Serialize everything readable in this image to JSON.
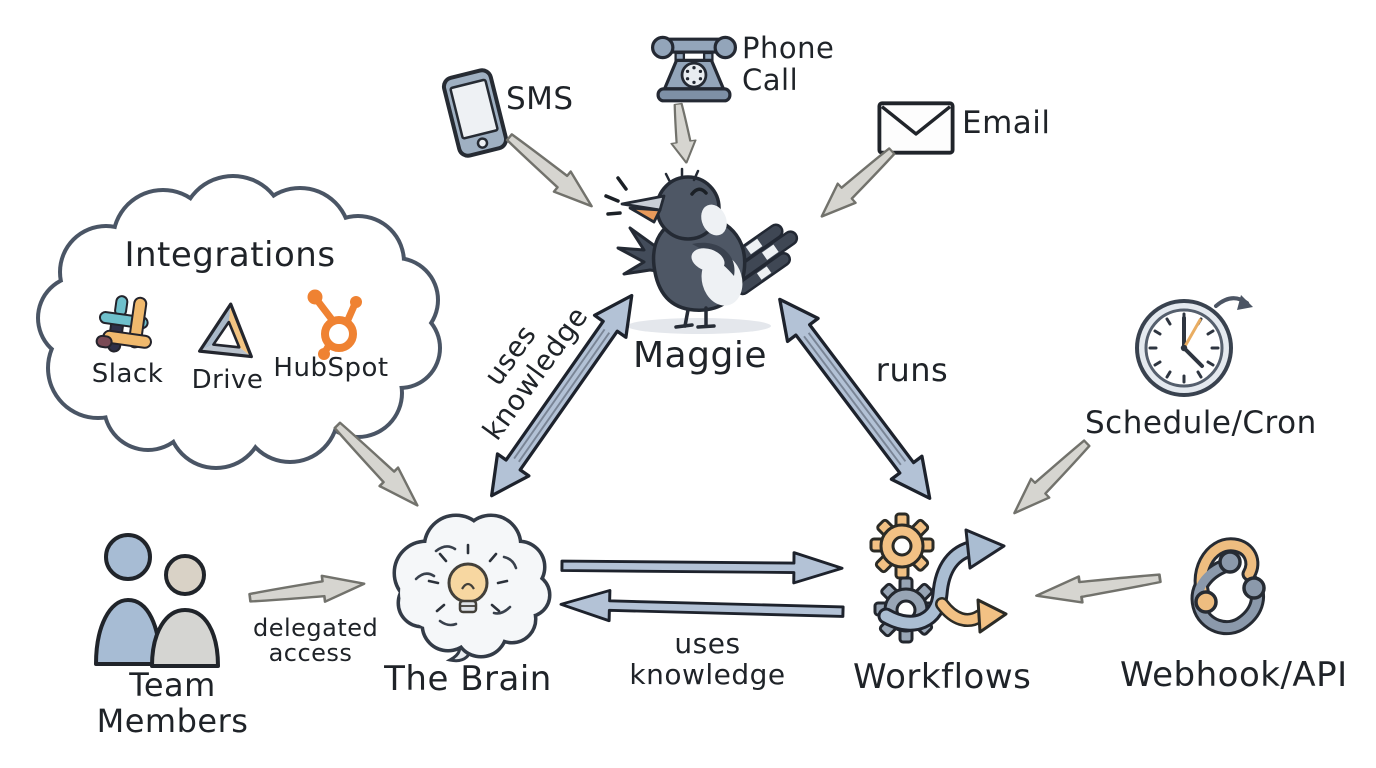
{
  "diagram": {
    "labels": {
      "integrations": "Integrations",
      "slack": "Slack",
      "drive": "Drive",
      "hubspot": "HubSpot",
      "sms": "SMS",
      "phone_call": "Phone\nCall",
      "email": "Email",
      "maggie": "Maggie",
      "uses_knowledge_diagonal": "uses\nknowledge",
      "runs": "runs",
      "the_brain": "The Brain",
      "uses_knowledge_horizontal": "uses knowledge",
      "workflows": "Workflows",
      "team_members": "Team Members",
      "delegated_access": "delegated\naccess",
      "schedule_cron": "Schedule/Cron",
      "webhook_api": "Webhook/API"
    },
    "icons": [
      "cloud",
      "slack",
      "google-drive",
      "hubspot",
      "smartphone",
      "telephone",
      "envelope",
      "magpie",
      "brain",
      "lightbulb",
      "workflow-gears",
      "team-members",
      "clock",
      "cron-cycle-arrow",
      "webhook"
    ],
    "colors": {
      "background": "#ffffff",
      "ink": "#1f2328",
      "arrow_blue_fill": "#b3c2d6",
      "arrow_blue_outline": "#1d222c",
      "arrow_gray_fill": "#d6d5d0",
      "arrow_gray_outline": "#72726c",
      "hubspot_orange": "#ef8232",
      "gold": "#f2c184",
      "bird_slate": "#4e5765",
      "slack_teal": "#6fc0cc",
      "slack_navy": "#2e3048",
      "slack_maroon": "#7a4a55"
    }
  }
}
